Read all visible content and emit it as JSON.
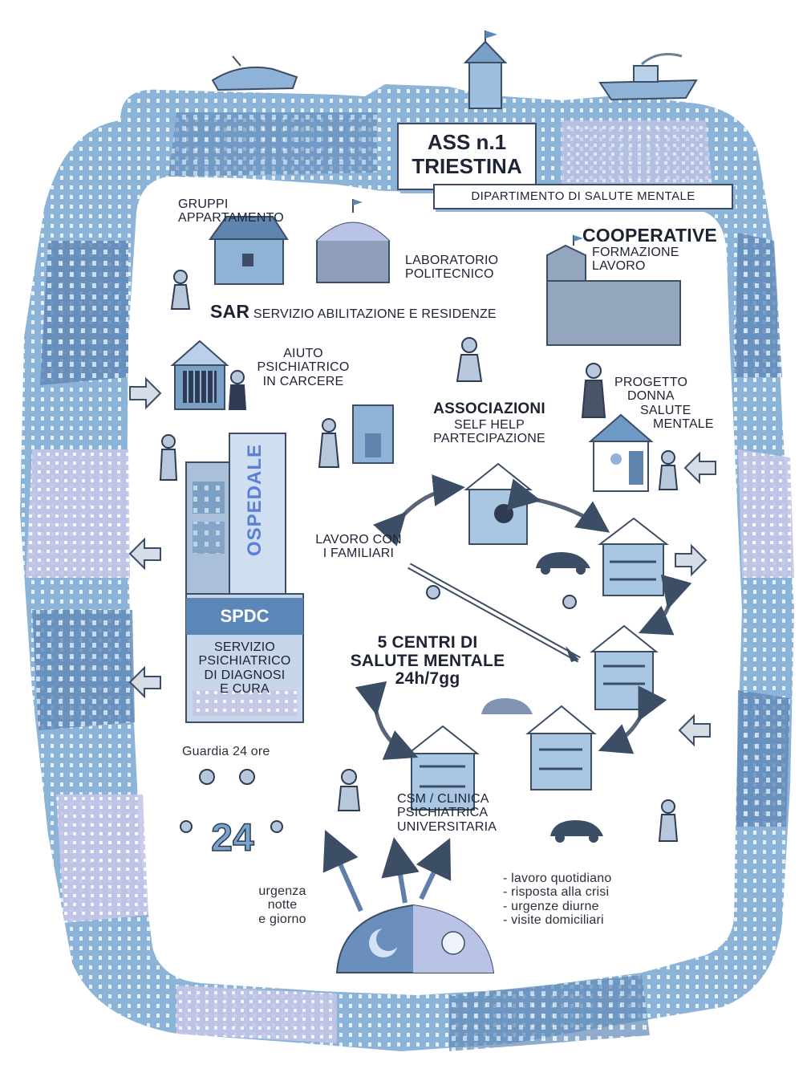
{
  "header": {
    "title_line1": "ASS n.1",
    "title_line2": "TRIESTINA",
    "department": "DIPARTIMENTO DI SALUTE MENTALE"
  },
  "labels": {
    "gruppi_l1": "GRUPPI",
    "gruppi_l2": "APPARTAMENTO",
    "laboratorio_l1": "LABORATORIO",
    "laboratorio_l2": "POLITECNICO",
    "cooperative_title": "COOPERATIVE",
    "cooperative_l1": "FORMAZIONE",
    "cooperative_l2": "LAVORO",
    "sar_abbrev": "SAR",
    "sar_full": "SERVIZIO ABILITAZIONE E RESIDENZE",
    "aiuto_l1": "AIUTO",
    "aiuto_l2": "PSICHIATRICO",
    "aiuto_l3": "IN CARCERE",
    "associazioni_title": "ASSOCIAZIONI",
    "associazioni_l1": "SELF HELP",
    "associazioni_l2": "PARTECIPAZIONE",
    "progetto_l1": "PROGETTO",
    "progetto_l2": "DONNA",
    "progetto_l3": "SALUTE",
    "progetto_l4": "MENTALE",
    "ospedale": "OSPEDALE",
    "lavoro_l1": "LAVORO CON",
    "lavoro_l2": "I FAMILIARI",
    "spdc_abbrev": "SPDC",
    "spdc_l1": "SERVIZIO",
    "spdc_l2": "PSICHIATRICO",
    "spdc_l3": "DI DIAGNOSI",
    "spdc_l4": "E CURA",
    "centri_l1": "5 CENTRI DI",
    "centri_l2": "SALUTE MENTALE",
    "centri_l3": "24h/7gg",
    "guardia": "Guardia 24 ore",
    "guardia_number": "24",
    "csm_l1": "CSM / CLINICA",
    "csm_l2": "PSICHIATRICA",
    "csm_l3": "UNIVERSITARIA",
    "urgenza_l1": "urgenza",
    "urgenza_l2": "notte",
    "urgenza_l3": "e giorno",
    "attivita": [
      "- lavoro quotidiano",
      "- risposta alla crisi",
      "- urgenze diurne",
      "- visite domiciliari"
    ]
  },
  "colors": {
    "city_light": "#a9c6e3",
    "city_mid": "#6f9ac6",
    "city_dark": "#3f5f86",
    "city_lilac": "#c7c8e6",
    "accent_blue": "#5b7fd8",
    "ink": "#1e2230"
  },
  "icons": [
    "tram-icon",
    "tower-icon",
    "ship-icon",
    "house-icon",
    "dome-icon",
    "factory-icon",
    "prison-icon",
    "hospital-icon",
    "person-icon",
    "car-icon",
    "arrow-icon",
    "sun-moon-icon"
  ]
}
